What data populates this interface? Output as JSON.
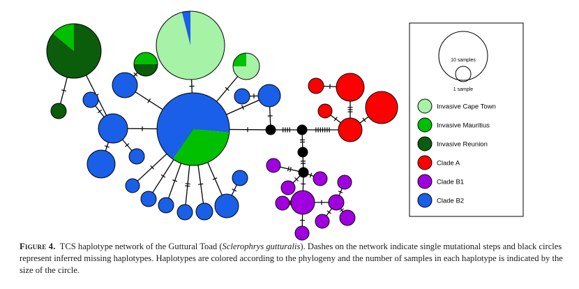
{
  "figure": {
    "label": "Figure 4.",
    "caption_pre": "TCS haplotype network of the Guttural Toad (",
    "species": "Sclerophrys gutturalis",
    "caption_post": ").  Dashes on the network indicate single mutational steps and black circles represent inferred missing haplotypes.  Haplotypes are colored according to the phylogeny and the number of samples in each haplotype is indicated by the size of the circle."
  },
  "legend": {
    "size_large_label": "10 samples",
    "size_small_label": "1 sample",
    "entries": [
      {
        "id": "cape",
        "label": "Invasive Cape Town",
        "color": "#a6f2a6"
      },
      {
        "id": "maur",
        "label": "Invasive Mauritius",
        "color": "#00c000"
      },
      {
        "id": "reun",
        "label": "Invasive Reunion",
        "color": "#0b5c0b"
      },
      {
        "id": "cladeA",
        "label": "Clade A",
        "color": "#ff0000"
      },
      {
        "id": "cladeB1",
        "label": "Clade B1",
        "color": "#a000e0"
      },
      {
        "id": "cladeB2",
        "label": "Clade B2",
        "color": "#1a5fe8"
      }
    ]
  },
  "colors": {
    "cape": "#a6f2a6",
    "maur": "#00c000",
    "reun": "#0b5c0b",
    "cladeA": "#ff0000",
    "cladeB1": "#a000e0",
    "cladeB2": "#1a5fe8",
    "missing": "#000000",
    "edge": "#000000"
  }
}
